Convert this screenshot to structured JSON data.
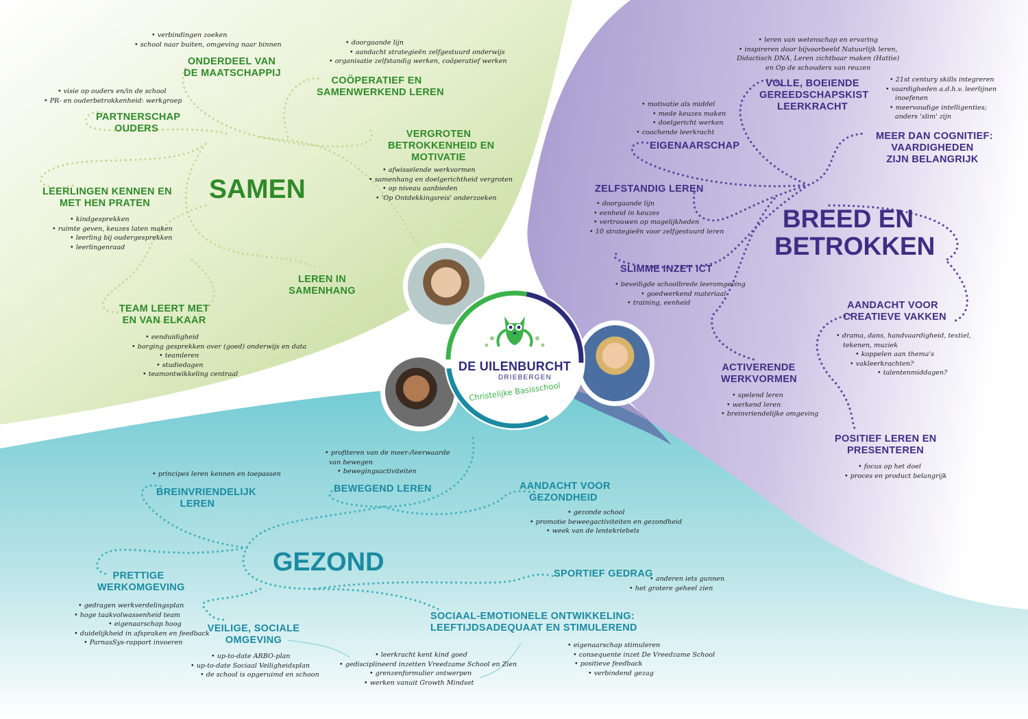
{
  "colors": {
    "samen": "#2f8a2a",
    "breed": "#3d2e84",
    "gezond": "#1a8aa1",
    "green_bg": "#c9dea5",
    "purple_bg": "#b9aed6",
    "teal_bg": "#7fd0d6"
  },
  "center": {
    "school_name": "DE UILENBURCHT",
    "place": "DRIEBERGEN",
    "subtitle": "Christelijke Basisschool",
    "logo_icon": "owl-logo-icon"
  },
  "themes": {
    "samen": "SAMEN",
    "breed_line1": "BREED EN",
    "breed_line2": "BETROKKEN",
    "gezond": "GEZOND"
  },
  "samen": {
    "maatschappij": {
      "l1": "ONDERDEEL VAN",
      "l2": "DE MAATSCHAPPIJ",
      "b": [
        "verbindingen zoeken",
        "school naar buiten, omgeving naar binnen"
      ]
    },
    "cooperatief": {
      "l1": "COÖPERATIEF EN",
      "l2": "SAMENWERKEND LEREN",
      "b": [
        "doorgaande lijn",
        "aandacht strategieën zelfgestuurd onderwijs",
        "organisatie zelfstandig werken, coöperatief werken"
      ]
    },
    "partnerschap": {
      "l1": "PARTNERSCHAP",
      "l2": "OUDERS",
      "b": [
        "visie op ouders en/in de school",
        "PR- en ouderbetrokkenheid: werkgroep"
      ]
    },
    "vergroten": {
      "l1": "VERGROTEN",
      "l2": "BETROKKENHEID EN",
      "l3": "MOTIVATIE",
      "b": [
        "afwisselende werkvormen",
        "samenhang en doelgerichtheid vergroten",
        "op niveau aanbieden",
        "'Op Ontdekkingsreis' onderzoeken"
      ]
    },
    "leerlingen": {
      "l1": "LEERLINGEN KENNEN EN",
      "l2": "MET HEN PRATEN",
      "b": [
        "kindgesprekken",
        "ruimte geven, keuzes laten maken",
        "leerling bij oudergesprekken",
        "leerlingenraad"
      ]
    },
    "samenhang": {
      "l1": "LEREN IN",
      "l2": "SAMENHANG"
    },
    "team": {
      "l1": "TEAM LEERT MET",
      "l2": "EN VAN ELKAAR",
      "b": [
        "eenduidigheid",
        "borging gesprekken over (goed) onderwijs en data",
        "teamleren",
        "studiedagen",
        "teamontwikkeling centraal"
      ]
    }
  },
  "breed": {
    "volle": {
      "l1": "VOLLE, BOEIENDE",
      "l2": "GEREEDSCHAPSKIST",
      "l3": "LEERKRACHT",
      "b": [
        "leren van wetenschap en ervaring",
        "inspireren door bijvoorbeeld Natuurlijk leren,",
        "Didactisch DNA, Leren zichtbaar maken (Hattie)",
        "en Op de schouders van reuzen"
      ]
    },
    "cognitief": {
      "l1": "MEER DAN COGNITIEF:",
      "l2": "VAARDIGHEDEN",
      "l3": "ZIJN BELANGRIJK",
      "b": [
        "21st century skills integreren",
        "vaardigheden a.d.h.v. leerlijnen",
        "inoefenen",
        "meervoudige intelligenties;",
        "anders 'slim' zijn"
      ]
    },
    "eigenaarschap": {
      "l1": "EIGENAARSCHAP",
      "b": [
        "motivatie als middel",
        "mede keuzes maken",
        "doelgericht werken",
        "coachende leerkracht"
      ]
    },
    "zelfstandig": {
      "l1": "ZELFSTANDIG LEREN",
      "b": [
        "doorgaande lijn",
        "eenheid in keuzes",
        "vertrouwen op mogelijkheden",
        "10 strategieën voor zelfgestuurd leren"
      ]
    },
    "ict": {
      "l1": "SLIMME INZET ICT",
      "b": [
        "beveiligde schoolbrede leeromgeving",
        "goedwerkend materiaal",
        "training, eenheid"
      ]
    },
    "creatief": {
      "l1": "AANDACHT VOOR",
      "l2": "CREATIEVE VAKKEN",
      "b": [
        "drama, dans, handvaardigheid, textiel,",
        "tekenen, muziek",
        "koppelen aan thema's",
        "vakleerkrachten?",
        "talentenmiddagen?"
      ]
    },
    "activerend": {
      "l1": "ACTIVERENDE",
      "l2": "WERKVORMEN",
      "b": [
        "spelend leren",
        "werkend leren",
        "breinvriendelijke omgeving"
      ]
    },
    "positief": {
      "l1": "POSITIEF LEREN EN",
      "l2": "PRESENTEREN",
      "b": [
        "focus op het doel",
        "proces en product belangrijk"
      ]
    }
  },
  "gezond": {
    "brein": {
      "l1": "BREINVRIENDELIJK",
      "l2": "LEREN",
      "b": [
        "principes leren kennen en toepassen"
      ]
    },
    "bewegend": {
      "l1": "BEWEGEND LEREN",
      "b": [
        "profiteren van de meer-/leerwaarde",
        "van bewegen",
        "bewegingsactiviteiten"
      ]
    },
    "gezondheid": {
      "l1": "AANDACHT VOOR",
      "l2": "GEZONDHEID",
      "b": [
        "gezonde school",
        "promotie beweegactiviteiten en gezondheid",
        "week van de lentekriebels"
      ]
    },
    "prettig": {
      "l1": "PRETTIGE",
      "l2": "WERKOMGEVING",
      "b": [
        "gedragen werkverdelingsplan",
        "hoge taakvolwassenheid team",
        "eigenaarschap hoog",
        "duidelijkheid in afspraken en feedback",
        "ParnasSys-rapport invoeren"
      ]
    },
    "sportief": {
      "l1": "SPORTIEF GEDRAG",
      "b": [
        "anderen iets gunnen",
        "het grotere geheel zien"
      ]
    },
    "sociaal": {
      "l1": "SOCIAAL-EMOTIONELE ONTWIKKELING:",
      "l2": "LEEFTIJDSADEQUAAT EN STIMULEREND",
      "b1": [
        "leerkracht kent kind goed",
        "gedisciplineerd inzetten Vreedzame School en Zien",
        "grenzenformulier ontwerpen",
        "werken vanuit Growth Mindset"
      ],
      "b2": [
        "eigenaarschap stimuleren",
        "consequente inzet De Vreedzame School",
        "positieve feedback",
        "verbindend gezag"
      ]
    },
    "veilig": {
      "l1": "VEILIGE, SOCIALE",
      "l2": "OMGEVING",
      "b": [
        "up-to-date ARBO-plan",
        "up-to-date Sociaal Veiligheidsplan",
        "de school is opgeruimd en schoon"
      ]
    }
  }
}
